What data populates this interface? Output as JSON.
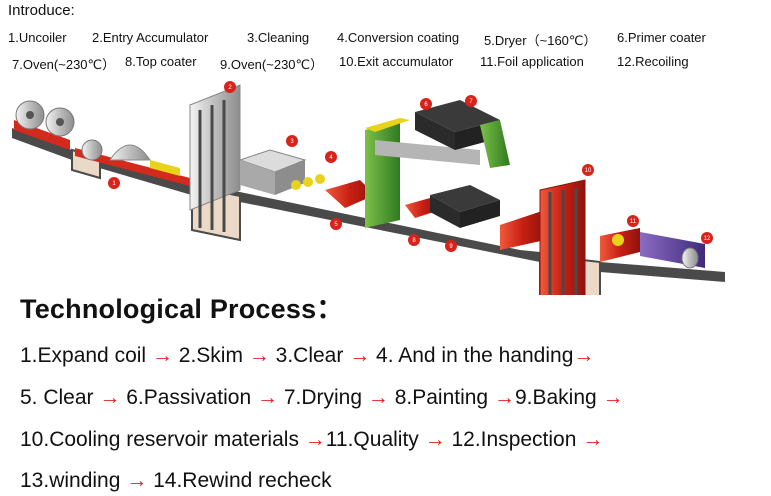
{
  "intro": {
    "title": "Introduce:",
    "row1": [
      "1.Uncoiler",
      "2.Entry  Accumulator",
      "3.Cleaning",
      "4.Conversion coating",
      "5.Dryer（~160℃）",
      "6.Primer coater"
    ],
    "row2": [
      "7.Oven(~230℃）",
      "8.Top coater",
      "9.Oven(~230℃）",
      "10.Exit accumulator",
      "11.Foil application",
      "12.Recoiling"
    ]
  },
  "diagram": {
    "badges": [
      "1",
      "2",
      "3",
      "4",
      "5",
      "6",
      "7",
      "8",
      "9",
      "10",
      "11",
      "12"
    ],
    "colors": {
      "frame": "#4a4a4a",
      "pit": "#e9d9c6",
      "red": "#d42a1e",
      "green": "#3f8f2e",
      "yellow": "#e8d21a",
      "silver": "#c8c8c8",
      "dark": "#3a3a3a",
      "purple": "#6a4fa3",
      "badge": "#d8231b"
    }
  },
  "process": {
    "title": "Technological Process",
    "title_suffix": "：",
    "lines": [
      [
        "1.Expand coil",
        "2.Skim",
        "3.Clear",
        "4. And in the handing",
        ""
      ],
      [
        "5. Clear",
        "6.Passivation",
        "7.Drying",
        "8.Painting",
        "9.Baking",
        ""
      ],
      [
        "10.Cooling reservoir materials",
        "11.Quality",
        "12.Inspection",
        ""
      ],
      [
        "13.winding",
        "14.Rewind recheck"
      ]
    ],
    "arrow_glyph": "→"
  }
}
